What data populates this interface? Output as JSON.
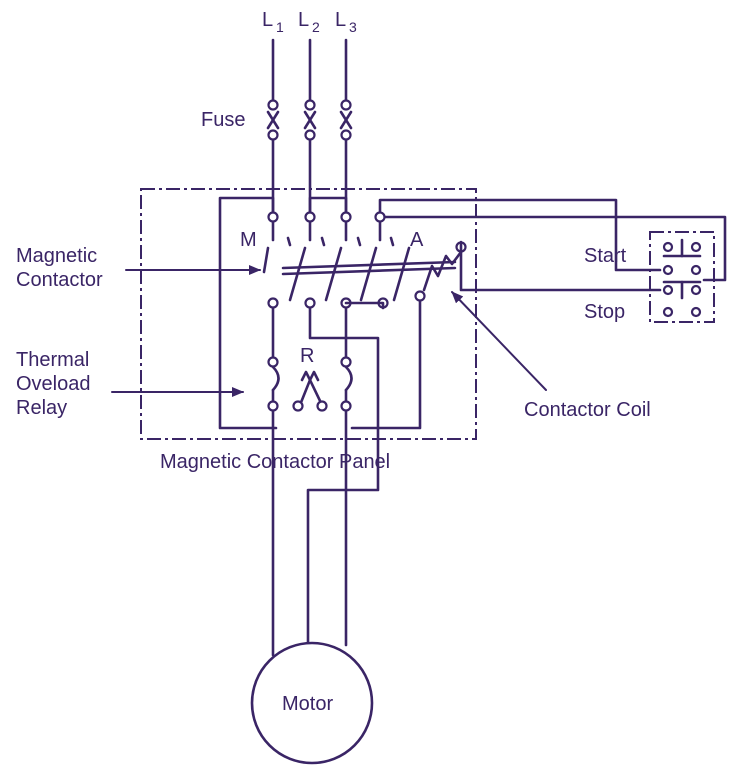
{
  "labels": {
    "l1": "L",
    "l1_sub": "1",
    "l2": "L",
    "l2_sub": "2",
    "l3": "L",
    "l3_sub": "3",
    "fuse": "Fuse",
    "m": "M",
    "a": "A",
    "r": "R",
    "magnetic_contactor_line1": "Magnetic",
    "magnetic_contactor_line2": "Contactor",
    "thermal_line1": "Thermal",
    "thermal_line2": "Oveload",
    "thermal_line3": "Relay",
    "contactor_coil": "Contactor Coil",
    "panel": "Magnetic Contactor Panel",
    "start": "Start",
    "stop": "Stop",
    "motor": "Motor"
  },
  "colors": {
    "line": "#3a2566",
    "background": "#ffffff"
  }
}
